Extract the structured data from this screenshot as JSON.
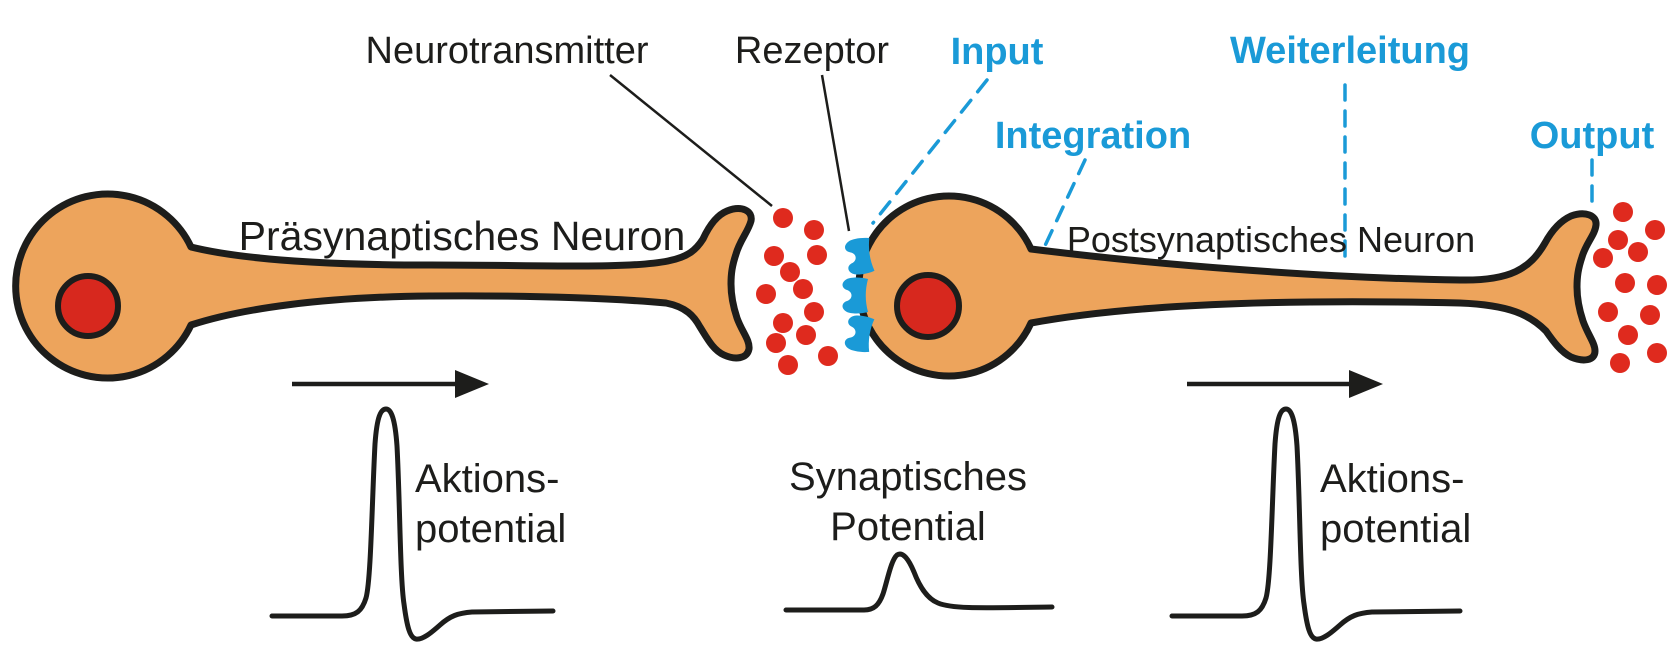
{
  "colors": {
    "background": "#FFFFFF",
    "ink": "#1D1D1B",
    "cell_fill": "#EDA45C",
    "nucleus_red": "#D7281E",
    "transmitter_red": "#DF2A1E",
    "signal_blue": "#1A9AD7"
  },
  "neurons": {
    "presynaptic_label": "Präsynaptisches Neuron",
    "postsynaptic_label": "Postsynaptisches Neuron"
  },
  "synapse": {
    "neurotransmitter_label": "Neurotransmitter",
    "receptor_label": "Rezeptor",
    "receptor_count": 3,
    "cleft_dot_count": 13,
    "output_dot_count": 12
  },
  "signal_flow": {
    "input": "Input",
    "integration": "Integration",
    "weiterleitung": "Weiterleitung",
    "output": "Output"
  },
  "potentials": {
    "action_left_line1": "Aktions-",
    "action_left_line2": "potential",
    "synaptic_line1": "Synaptisches",
    "synaptic_line2": "Potential",
    "action_right_line1": "Aktions-",
    "action_right_line2": "potential"
  }
}
